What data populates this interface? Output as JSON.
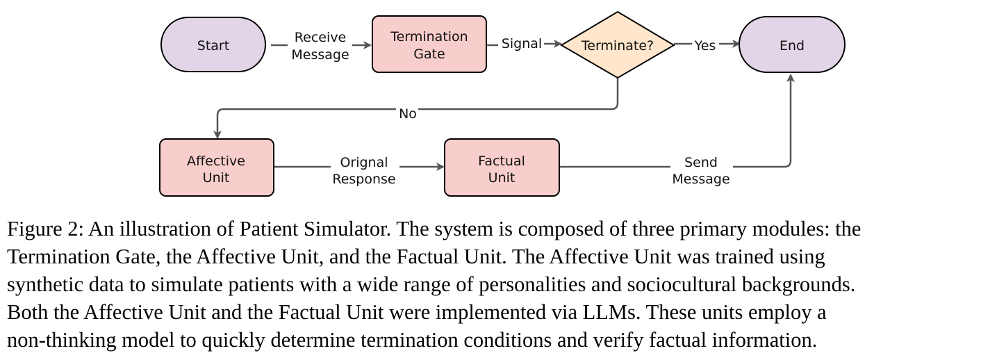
{
  "diagram": {
    "nodes": {
      "start": {
        "label": [
          "Start"
        ]
      },
      "termination_gate": {
        "label": [
          "Termination",
          "Gate"
        ]
      },
      "terminate_decision": {
        "label": [
          "Terminate?"
        ]
      },
      "end": {
        "label": [
          "End"
        ]
      },
      "affective_unit": {
        "label": [
          "Affective",
          "Unit"
        ]
      },
      "factual_unit": {
        "label": [
          "Factual",
          "Unit"
        ]
      }
    },
    "edges": {
      "receive_message": [
        "Receive",
        "Message"
      ],
      "signal": "Signal",
      "yes": "Yes",
      "no": "No",
      "original_response": [
        "Orignal",
        "Response"
      ],
      "send_message": [
        "Send",
        "Message"
      ]
    },
    "colors": {
      "terminal_fill": "#e1d5e7",
      "process_fill": "#f8cecc",
      "decision_fill": "#ffe6cc",
      "stroke": "#000000",
      "edge": "#555555"
    }
  },
  "caption": {
    "lines": [
      "Figure 2: An illustration of Patient Simulator. The system is composed of three primary modules: the",
      "Termination Gate, the Affective Unit, and the Factual Unit. The Affective Unit was trained using",
      "synthetic data to simulate patients with a wide range of personalities and sociocultural backgrounds.",
      "Both the Affective Unit and the Factual Unit were implemented via LLMs. These units employ a",
      "non-thinking model to quickly determine termination conditions and verify factual information."
    ]
  }
}
